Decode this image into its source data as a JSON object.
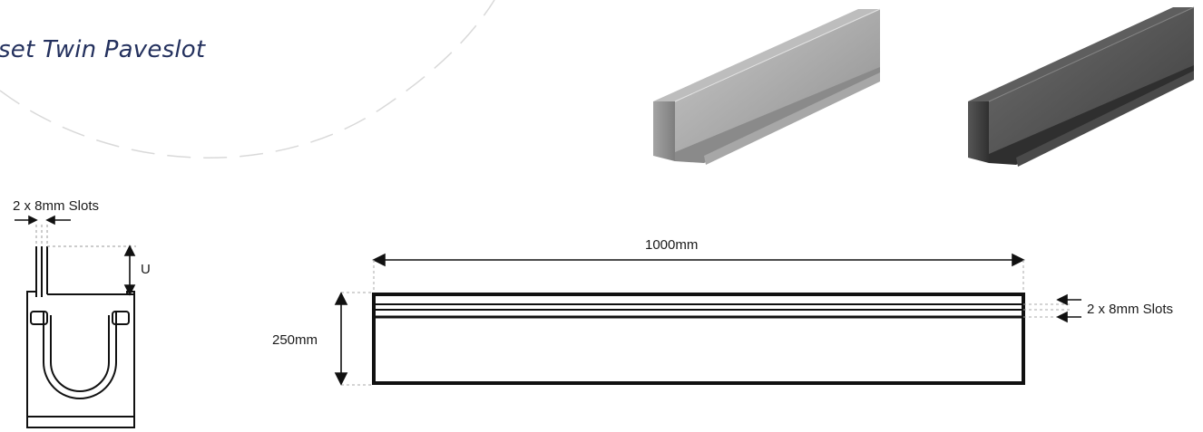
{
  "title": "set Twin Paveslot",
  "section_diagram": {
    "slots_label": "2 x 8mm Slots",
    "dimension_label": "U"
  },
  "elevation_diagram": {
    "length_label": "1000mm",
    "height_label": "250mm",
    "slots_label": "2 x 8mm Slots"
  },
  "images": [
    {
      "name": "galvanised-paveslot-photo",
      "color": "#9a9a9a"
    },
    {
      "name": "black-paveslot-photo",
      "color": "#4a4a4a"
    }
  ]
}
